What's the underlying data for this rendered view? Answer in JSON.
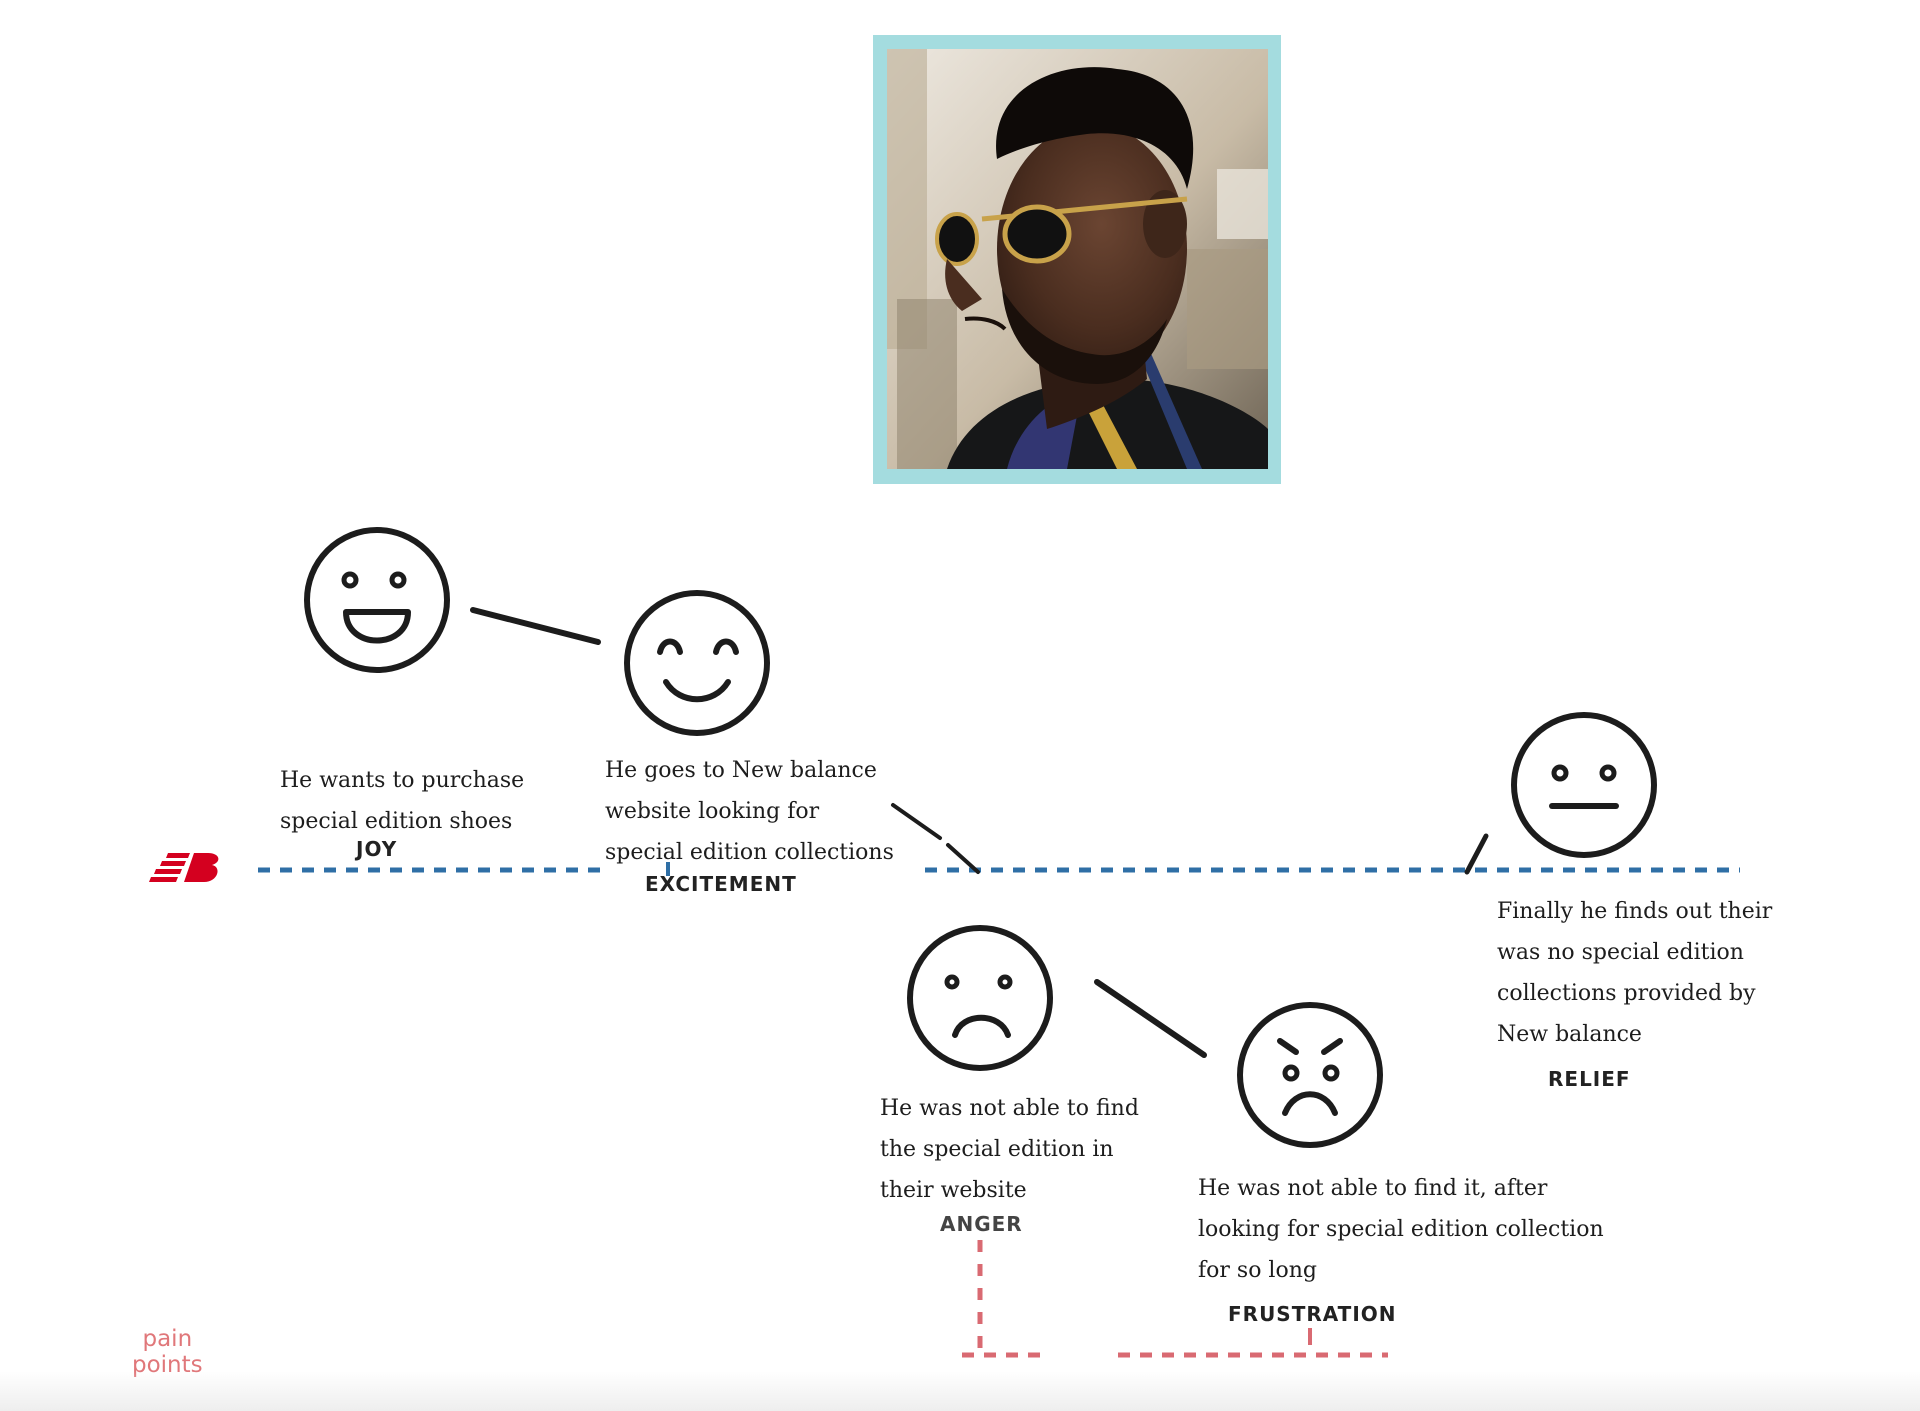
{
  "brand": {
    "logo_text": "new balance",
    "logo_color": "#d4001f"
  },
  "colors": {
    "timeline_blue": "#2f6fa6",
    "pain_red": "#d96a72",
    "photo_frame": "#a4dcdf",
    "face_stroke": "#1c1c1c"
  },
  "stages": [
    {
      "emotion": "JOY",
      "face": "grinning-face-icon",
      "description": "He wants to purchase\nspecial edition shoes"
    },
    {
      "emotion": "EXCITEMENT",
      "face": "smiling-face-icon",
      "description": "He goes to New balance\nwebsite looking for\nspecial edition collections"
    },
    {
      "emotion": "ANGER",
      "face": "sad-face-icon",
      "description": "He was not able to find\nthe special edition in\ntheir website"
    },
    {
      "emotion": "FRUSTRATION",
      "face": "angry-face-icon",
      "description": "He was not able to find it, after\nlooking for special edition collection\nfor so long"
    },
    {
      "emotion": "RELIEF",
      "face": "neutral-face-icon",
      "description": "Finally he finds out their\nwas no special edition\ncollections provided by\nNew balance"
    }
  ],
  "pain_points_label": "pain\npoints"
}
